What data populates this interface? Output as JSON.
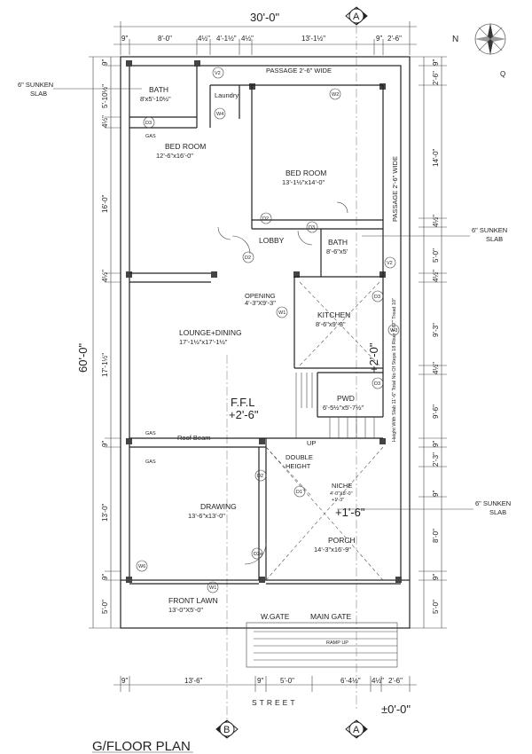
{
  "title": "G/FLOOR PLAN",
  "street": "STREET",
  "sections": {
    "a": "A",
    "b": "B"
  },
  "north": {
    "n": "N",
    "q": "Q"
  },
  "top_dims": {
    "overall": "30'-0\"",
    "d1": "9\"",
    "d2": "8'-0\"",
    "d3": "4½\"",
    "d4": "4'-1½\"",
    "d5": "4½\"",
    "d6": "13'-1½\"",
    "d7": "9\"",
    "d8": "2'-6\""
  },
  "bottom_dims": {
    "d1": "9\"",
    "d2": "13'-6\"",
    "d3": "9\"",
    "d4": "5'-0\"",
    "d5": "6'-4½\"",
    "d6": "4½\"",
    "d7": "2'-6\""
  },
  "left_dims": {
    "overall": "60'-0\"",
    "d1": "9\"",
    "d2": "5'-10½\"",
    "d3": "4½\"",
    "d4": "16'-0\"",
    "d5": "4½\"",
    "d6": "17'-1½\"",
    "d7": "9\"",
    "d8": "13'-0\"",
    "d9": "9\"",
    "d10": "5'-0\""
  },
  "right_dims": {
    "d1": "9\"",
    "d2": "2'-6\"",
    "d3": "14'-0\"",
    "d4": "4½\"",
    "d5": "5'-0\"",
    "d6": "4½\"",
    "d7": "9'-3\"",
    "d8": "4½\"",
    "d9": "9'-6\"",
    "d10": "9\"",
    "d11": "2'-3\"",
    "d12": "9\"",
    "d13": "8'-0\"",
    "d14": "9\"",
    "d15": "5'-0\""
  },
  "notes": {
    "sunken1": "6\" SUNKEN",
    "sunken1b": "SLAB",
    "sunken2": "6\" SUNKEN",
    "sunken2b": "SLAB",
    "sunken3": "6\" SUNKEN",
    "sunken3b": "SLAB",
    "passage_top": "PASSAGE 2'-6\" WIDE",
    "passage_side": "PASSAGE 2'-6\" WIDE",
    "roof_beam": "Roof Beam",
    "opening": "OPENING",
    "opening_size": "4'-3\"X9'-3\"",
    "double": "DOUBLE",
    "height": "HEIGHT",
    "niche": "NICHE",
    "niche_size": "4'-0\"X8'-0\"",
    "niche_level": "+1'-3\"",
    "ffl": "F.F.L",
    "ffl_level": "+2'-6\"",
    "level1": "+1'-6\"",
    "level2": "+2'-0\"",
    "level0": "±0'-0\"",
    "up": "UP",
    "ramp": "RAMP UP",
    "gas": "GAS",
    "stair_info": "Height With Slab 11'-6\"  Total No Of Steps 18  Riser 7.67\"  Tread 10\""
  },
  "rooms": {
    "bath1": {
      "name": "BATH",
      "size": "8'x5'-10½\""
    },
    "laundry": {
      "name": "Laundry"
    },
    "bed1": {
      "name": "BED ROOM",
      "size": "12'-6\"x16'-0\""
    },
    "bed2": {
      "name": "BED ROOM",
      "size": "13'-1½\"x14'-0\""
    },
    "lobby": {
      "name": "LOBBY"
    },
    "bath2": {
      "name": "BATH",
      "size": "8'-6\"x5'"
    },
    "lounge": {
      "name": "LOUNGE+DINING",
      "size": "17'-1½\"x17'-1½\""
    },
    "kitchen": {
      "name": "KITCHEN",
      "size": "8'-6\"x9'-3\""
    },
    "pwd": {
      "name": "PWD",
      "size": "6'-5½\"x5'-7½\""
    },
    "drawing": {
      "name": "DRAWING",
      "size": "13'-6\"x13'-0\""
    },
    "porch": {
      "name": "PORCH",
      "size": "14'-3\"x16'-9\""
    },
    "lawn": {
      "name": "FRONT LAWN",
      "size": "13'-0\"X5'-0\""
    },
    "wgate": {
      "name": "W.GATE"
    },
    "maingate": {
      "name": "MAIN GATE"
    }
  },
  "tags": {
    "v2a": "V2",
    "v2b": "V2",
    "w2": "W2",
    "w4": "W4",
    "d3a": "D3",
    "d3b": "D3",
    "d3c": "D3",
    "d3d": "D3",
    "d2a": "D2",
    "d2b": "D2",
    "d2c": "D2",
    "w1a": "W1",
    "w1b": "W1",
    "w3": "W3",
    "w6": "W6",
    "d1": "D1",
    "d2e": "D2e"
  }
}
